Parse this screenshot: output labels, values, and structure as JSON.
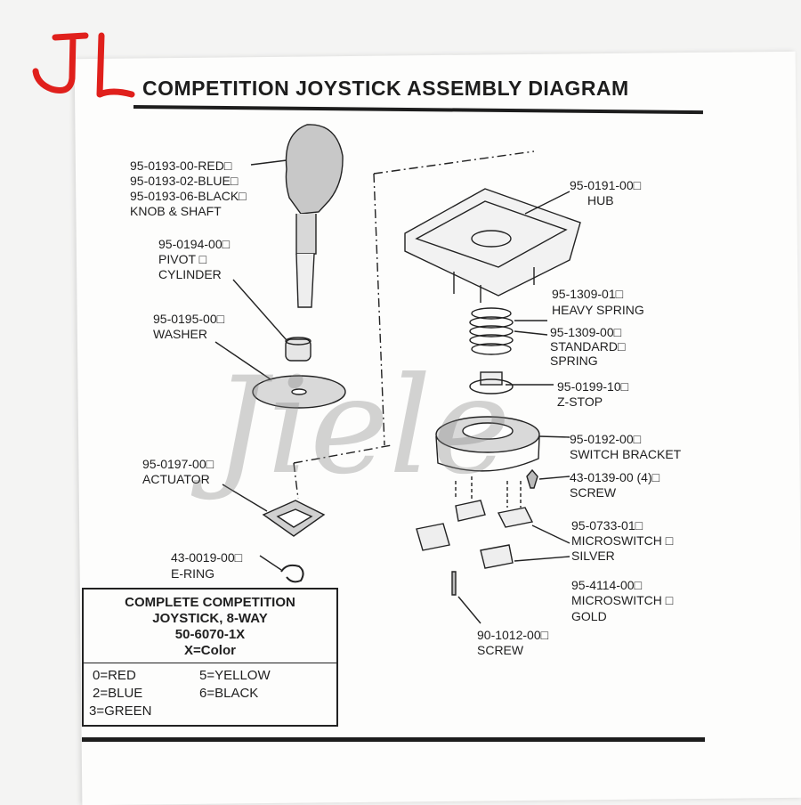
{
  "title": "COMPETITION JOYSTICK ASSEMBLY DIAGRAM",
  "parts": {
    "knob": [
      "95-0193-00-RED□",
      "95-0193-02-BLUE□",
      "95-0193-06-BLACK□",
      "KNOB & SHAFT"
    ],
    "pivot": [
      "95-0194-00□",
      "PIVOT □",
      "CYLINDER"
    ],
    "washer": [
      "95-0195-00□",
      "WASHER"
    ],
    "actuator": [
      "95-0197-00□",
      "ACTUATOR"
    ],
    "ering": [
      "43-0019-00□",
      "E-RING"
    ],
    "hub": [
      "95-0191-00□",
      "HUB"
    ],
    "heavy_spring": [
      "95-1309-01□",
      "HEAVY SPRING"
    ],
    "standard_spring": [
      "95-1309-00□",
      "STANDARD□",
      "SPRING"
    ],
    "zstop": [
      "95-0199-10□",
      "Z-STOP"
    ],
    "switch_bracket": [
      "95-0192-00□",
      "SWITCH BRACKET"
    ],
    "screw_small": [
      "43-0139-00 (4)□",
      "SCREW"
    ],
    "micro_silver": [
      "95-0733-01□",
      "MICROSWITCH □",
      "SILVER"
    ],
    "micro_gold": [
      "95-4114-00□",
      "MICROSWITCH □",
      "GOLD"
    ],
    "screw_long": [
      "90-1012-00□",
      "SCREW"
    ]
  },
  "info_box": {
    "heading": [
      "COMPLETE COMPETITION",
      "JOYSTICK, 8-WAY",
      "50-6070-1X",
      "X=Color"
    ],
    "colors": [
      "0=RED",
      "5=YELLOW",
      "2=BLUE",
      "6=BLACK",
      "3=GREEN"
    ]
  },
  "logo_text": "JL",
  "watermark_text": "Jiele",
  "colors": {
    "logo": "#e0201c",
    "ink": "#1d1d1d",
    "paper": "#fdfdfc"
  }
}
